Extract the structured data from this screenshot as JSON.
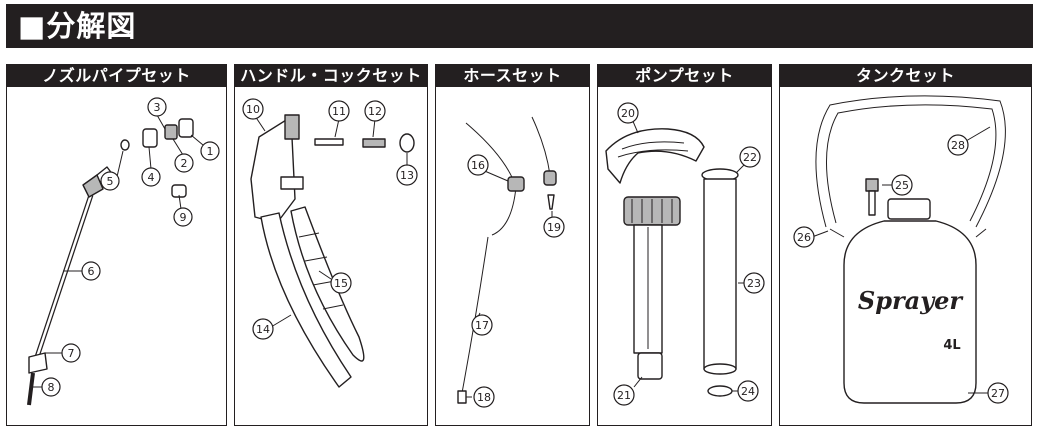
{
  "header": {
    "title": "■分解図"
  },
  "panels": [
    {
      "title": "ノズルパイプセット",
      "numbers": [
        "1",
        "2",
        "3",
        "4",
        "5",
        "6",
        "7",
        "8",
        "9"
      ]
    },
    {
      "title": "ハンドル・コックセット",
      "numbers": [
        "10",
        "11",
        "12",
        "13",
        "14",
        "15"
      ]
    },
    {
      "title": "ホースセット",
      "numbers": [
        "16",
        "17",
        "18",
        "19"
      ]
    },
    {
      "title": "ポンプセット",
      "numbers": [
        "20",
        "21",
        "22",
        "23",
        "24"
      ]
    },
    {
      "title": "タンクセット",
      "numbers": [
        "25",
        "26",
        "27",
        "28"
      ]
    }
  ],
  "tank": {
    "brand": "Sprayer",
    "capacity": "4L"
  }
}
